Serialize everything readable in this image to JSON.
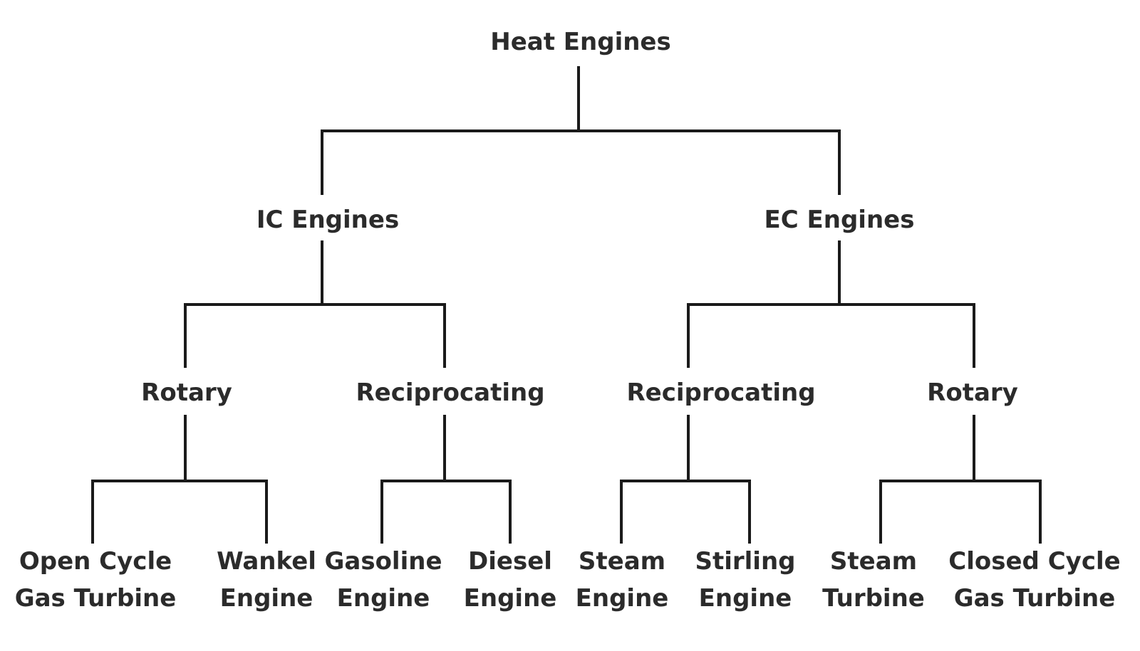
{
  "diagram": {
    "root": {
      "label": "Heat Engines"
    },
    "ic": {
      "label": "IC Engines"
    },
    "ec": {
      "label": "EC Engines"
    },
    "ic_rotary": {
      "label": "Rotary"
    },
    "ic_reciprocating": {
      "label": "Reciprocating"
    },
    "ec_reciprocating": {
      "label": "Reciprocating"
    },
    "ec_rotary": {
      "label": "Rotary"
    },
    "leaves": {
      "open_cycle": {
        "line1": "Open Cycle",
        "line2": "Gas Turbine"
      },
      "wankel": {
        "line1": "Wankel",
        "line2": "Engine"
      },
      "gasoline": {
        "line1": "Gasoline",
        "line2": "Engine"
      },
      "diesel": {
        "line1": "Diesel",
        "line2": "Engine"
      },
      "steam_engine": {
        "line1": "Steam",
        "line2": "Engine"
      },
      "stirling": {
        "line1": "Stirling",
        "line2": "Engine"
      },
      "steam_turbine": {
        "line1": "Steam",
        "line2": "Turbine"
      },
      "closed_cycle": {
        "line1": "Closed Cycle",
        "line2": "Gas Turbine"
      }
    },
    "line_color": "#1a1a1a",
    "text_color": "#2b2b2b"
  }
}
